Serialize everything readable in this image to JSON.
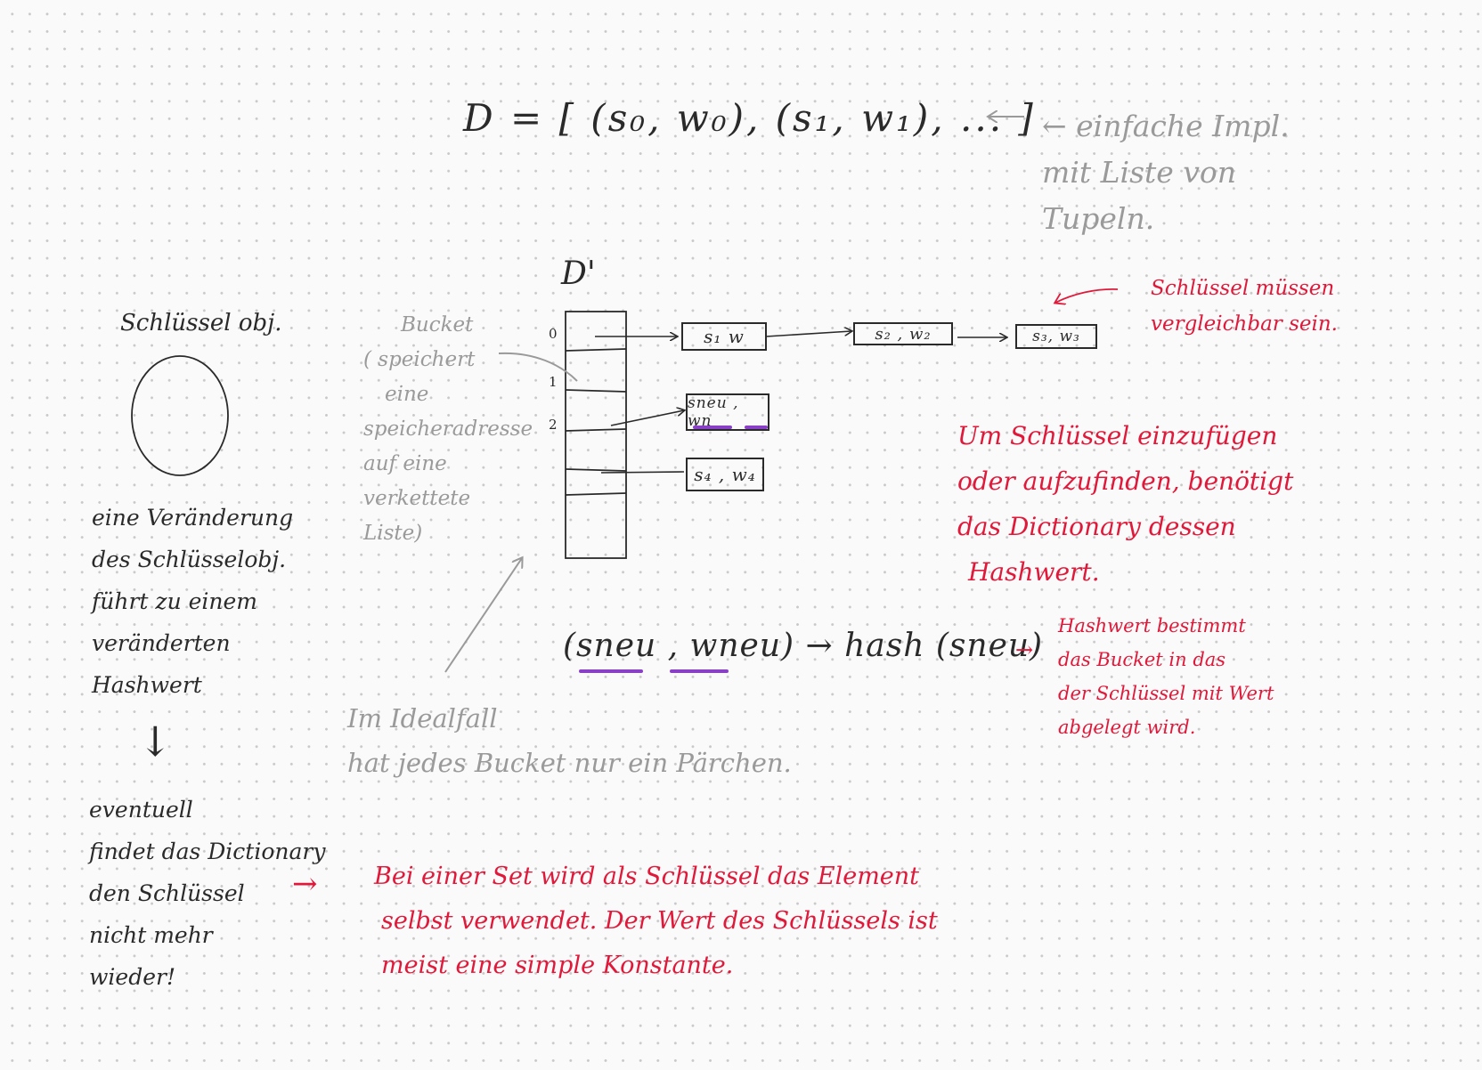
{
  "formula": {
    "text": "D = [ (s₀, w₀), (s₁, w₁), ... ]"
  },
  "formula_note": {
    "lines": [
      "← einfache Impl.",
      "mit Liste von",
      "Tupeln."
    ]
  },
  "dict_label": "D'",
  "bucket_indices": [
    "0",
    "1",
    "2"
  ],
  "chain": {
    "row0": [
      "s₁ w",
      "s₂ , w₂",
      "s₃, w₃"
    ],
    "row2": "sneu , wn",
    "row4": "s₄ , w₄"
  },
  "bucket_note": {
    "lines": [
      "Bucket",
      "( speichert",
      "eine",
      "speicheradresse",
      "auf eine",
      "verkettete",
      "Liste)"
    ]
  },
  "comparable_note": {
    "lines": [
      "Schlüssel müssen",
      "vergleichbar sein."
    ]
  },
  "key_object_label": "Schlüssel obj.",
  "change_note": {
    "lines": [
      "eine Veränderung",
      "des Schlüsselobj.",
      "führt zu einem",
      "veränderten",
      "Hashwert"
    ]
  },
  "down_arrow": "↓",
  "lookup_fail_note": {
    "lines": [
      "eventuell",
      "findet das Dictionary",
      "den Schlüssel",
      "nicht mehr",
      "wieder!"
    ]
  },
  "insert_note": {
    "lines": [
      "Um Schlüssel einzufügen",
      "oder aufzufinden, benötigt",
      "das Dictionary dessen",
      "Hashwert."
    ]
  },
  "hash_expr": "(sneu , wneu) → hash (sneu)",
  "hash_note_arrow": "→",
  "hash_note": {
    "lines": [
      "Hashwert bestimmt",
      "das Bucket in das",
      "der Schlüssel mit Wert",
      "abgelegt wird."
    ]
  },
  "ideal_note": {
    "lines": [
      "Im Idealfall",
      "hat jedes Bucket nur ein Pärchen."
    ]
  },
  "set_arrow": "→",
  "set_note": {
    "lines": [
      "Bei einer Set wird als Schlüssel das Element",
      "selbst verwendet. Der Wert des Schlüssels ist",
      "meist eine simple Konstante."
    ]
  },
  "colors": {
    "ink": "#2a2a2a",
    "gray": "#9a9a9a",
    "red": "#e0193a",
    "purple": "#8a3fc7"
  }
}
